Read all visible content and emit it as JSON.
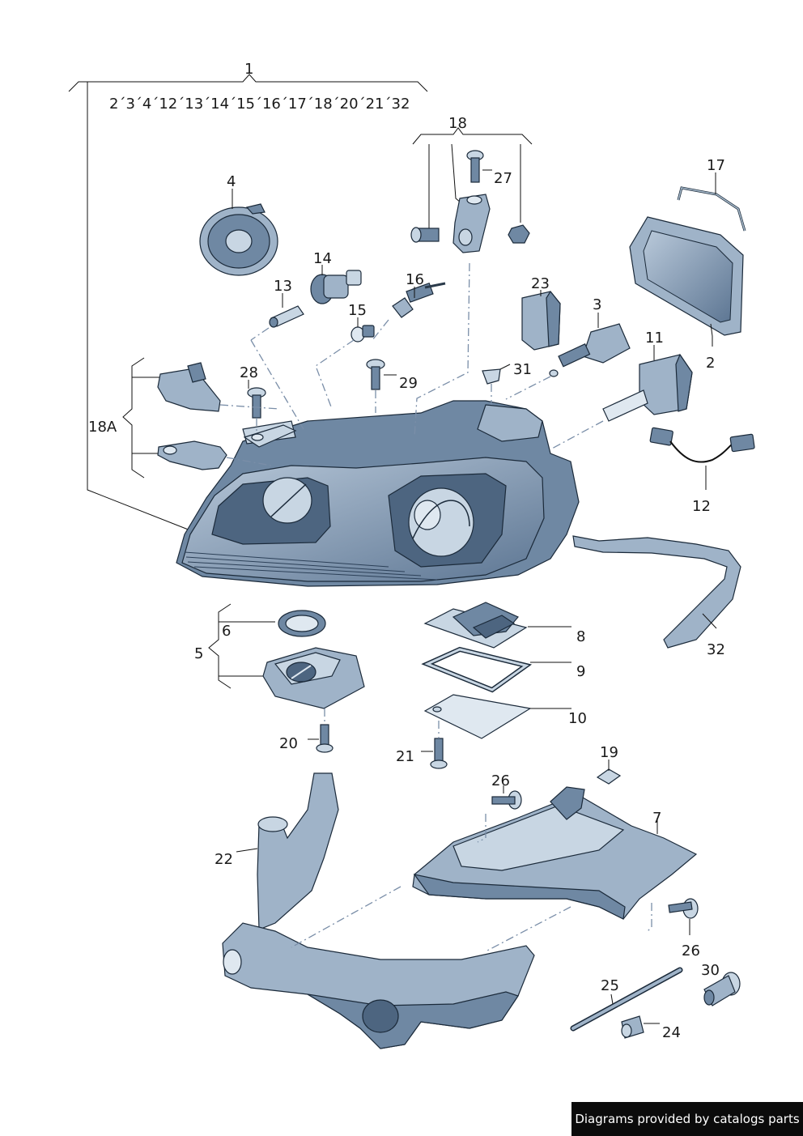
{
  "labels": {
    "p1": "1",
    "p1_sub": "2´3´4´12´13´14´15´16´17´18´20´21´32",
    "p18": "18",
    "p27": "27",
    "p4": "4",
    "p17": "17",
    "p14": "14",
    "p13": "13",
    "p16": "16",
    "p15": "15",
    "p23": "23",
    "p3": "3",
    "p11": "11",
    "p2": "2",
    "p28": "28",
    "p29": "29",
    "p31": "31",
    "p18a": "18A",
    "p12": "12",
    "p32": "32",
    "p6": "6",
    "p5": "5",
    "p8": "8",
    "p9": "9",
    "p10": "10",
    "p20": "20",
    "p21": "21",
    "p19": "19",
    "p26a": "26",
    "p7": "7",
    "p22": "22",
    "p26b": "26",
    "p30": "30",
    "p25": "25",
    "p24": "24"
  },
  "footer": "Diagrams provided by catalogs parts"
}
